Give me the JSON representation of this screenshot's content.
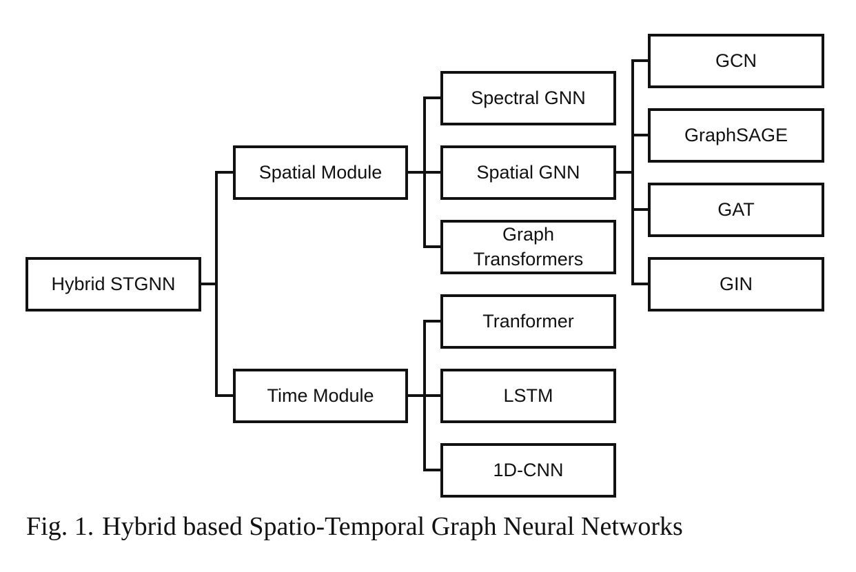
{
  "diagram": {
    "nodes": {
      "root": "Hybrid STGNN",
      "spatial_module": "Spatial Module",
      "time_module": "Time Module",
      "spectral_gnn": "Spectral GNN",
      "spatial_gnn": "Spatial GNN",
      "graph_transformers_line1": "Graph",
      "graph_transformers_line2": "Transformers",
      "tranformer": "Tranformer",
      "lstm": "LSTM",
      "cnn_1d": "1D-CNN",
      "gcn": "GCN",
      "graphsage": "GraphSAGE",
      "gat": "GAT",
      "gin": "GIN"
    }
  },
  "caption": {
    "label": "Fig. 1.",
    "text": "Hybrid based Spatio-Temporal Graph Neural Networks"
  }
}
